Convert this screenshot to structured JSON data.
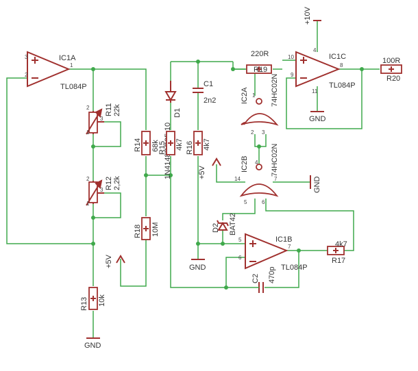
{
  "parts": {
    "ic1a": {
      "name": "IC1A",
      "value": "TL084P",
      "pins": [
        "3",
        "2",
        "1"
      ]
    },
    "ic1b": {
      "name": "IC1B",
      "value": "TL084P",
      "pins": [
        "5",
        "6",
        "7"
      ]
    },
    "ic1c": {
      "name": "IC1C",
      "value": "TL084P",
      "pins": [
        "10",
        "9",
        "8",
        "4",
        "11"
      ]
    },
    "ic2a": {
      "name": "IC2A",
      "value": "74HC02N",
      "pins": [
        "1",
        "2",
        "3"
      ]
    },
    "ic2b": {
      "name": "IC2B",
      "value": "74HC02N",
      "pins": [
        "14",
        "7",
        "4",
        "5",
        "6"
      ]
    },
    "r11": {
      "name": "R11",
      "value": "22k",
      "pins": [
        "3",
        "2",
        "1"
      ]
    },
    "r12": {
      "name": "R12",
      "value": "2,2k",
      "pins": [
        "3",
        "2",
        "1"
      ]
    },
    "r13": {
      "name": "R13",
      "value": "10k"
    },
    "r14": {
      "name": "R14",
      "value": "68k"
    },
    "r15": {
      "name": "R15",
      "value": "4k7"
    },
    "r16": {
      "name": "R16",
      "value": "4k7"
    },
    "r17": {
      "name": "R17",
      "value": "4k7"
    },
    "r18": {
      "name": "R18",
      "value": "10M"
    },
    "r19": {
      "name": "R19",
      "value": "220R"
    },
    "r20": {
      "name": "R20",
      "value": "100R"
    },
    "c1": {
      "name": "C1",
      "value": "2n2"
    },
    "c2": {
      "name": "C2",
      "value": "470p"
    },
    "d1": {
      "name": "D1",
      "value": "1N4148DO35-10"
    },
    "d2": {
      "name": "D2",
      "value": "BAT42"
    }
  },
  "supplies": {
    "plus5": "+5V",
    "plus10": "+10V",
    "gnd": "GND"
  }
}
